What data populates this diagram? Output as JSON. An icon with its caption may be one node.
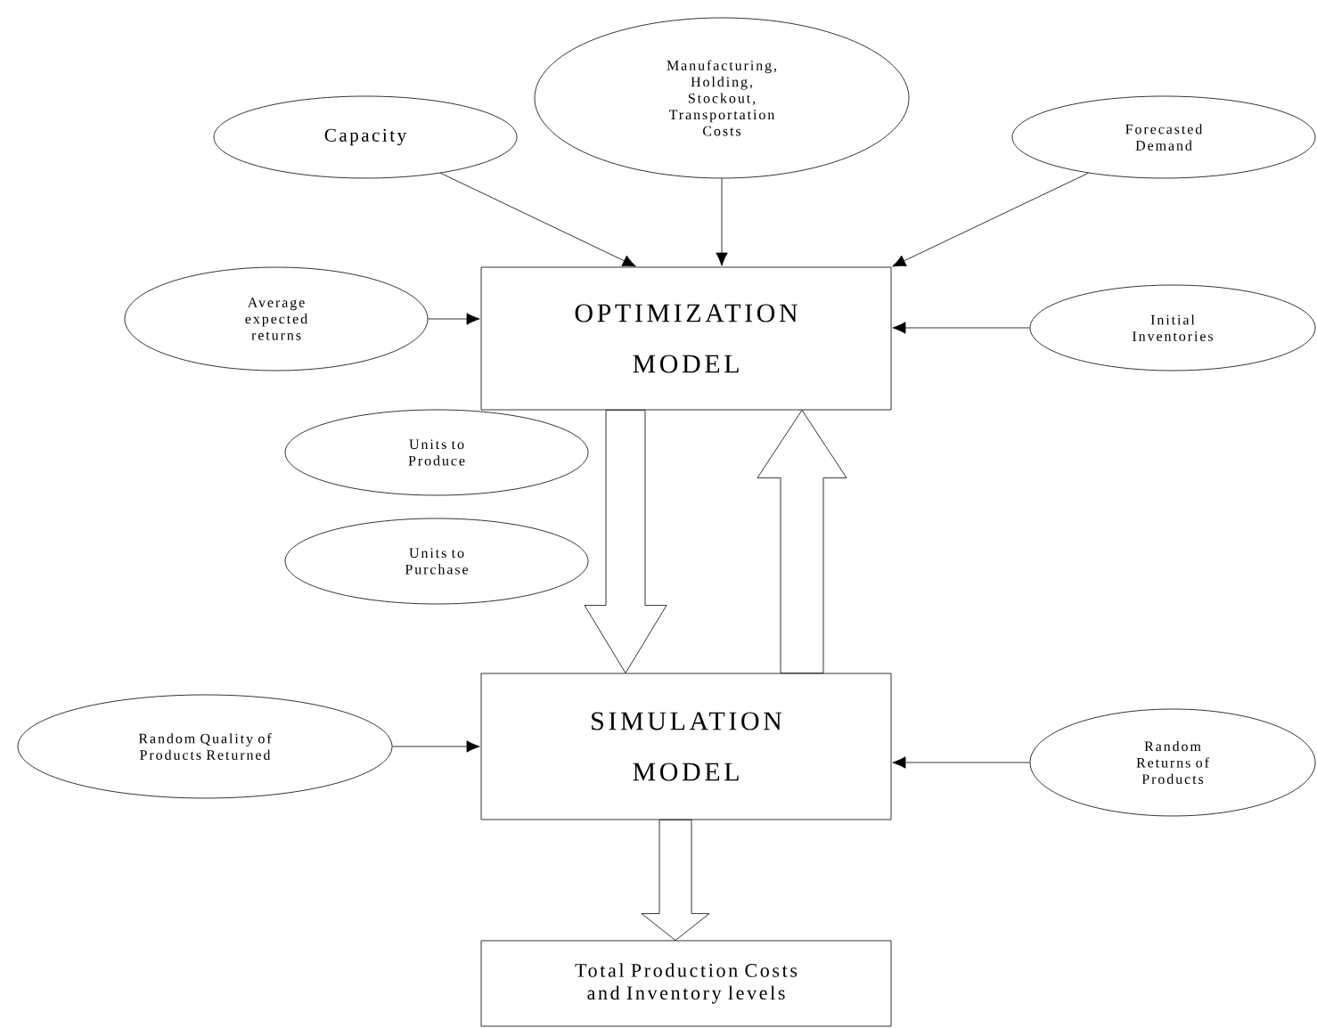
{
  "diagram": {
    "nodes": [
      {
        "text": [
          "Capacity"
        ]
      },
      {
        "text": [
          "Manufacturing, Holding, Stockout, Transportation Costs"
        ]
      },
      {
        "text": [
          "Forecasted Demand"
        ]
      },
      {
        "text": [
          "Average expected returns"
        ]
      },
      {
        "text": [
          "OPTIMIZATION MODEL"
        ]
      },
      {
        "text": [
          "Initial Inventories"
        ]
      },
      {
        "text": [
          "Units to Produce"
        ]
      },
      {
        "text": [
          "Units to Purchase"
        ]
      },
      {
        "text": [
          "Random Quality of Products Returned"
        ]
      },
      {
        "text": [
          "SIMULATION MODEL"
        ]
      },
      {
        "text": [
          "Random Returns of Products"
        ]
      },
      {
        "text": [
          "Total Production Costs and Inventory levels"
        ]
      }
    ],
    "edges": [
      {
        "from": 0,
        "to": 4,
        "arrow": "to"
      },
      {
        "from": 1,
        "to": 4,
        "arrow": "to"
      },
      {
        "from": 2,
        "to": 4,
        "arrow": "to"
      },
      {
        "from": 3,
        "to": 4,
        "arrow": "to"
      },
      {
        "from": 5,
        "to": 4,
        "arrow": "to"
      },
      {
        "from": 4,
        "to": 9,
        "arrow": "to",
        "style": "thick"
      },
      {
        "from": 9,
        "to": 4,
        "arrow": "to",
        "style": "thick"
      },
      {
        "from": 8,
        "to": 9,
        "arrow": "to"
      },
      {
        "from": 10,
        "to": 9,
        "arrow": "to"
      },
      {
        "from": 9,
        "to": 11,
        "arrow": "to",
        "style": "thick"
      }
    ]
  }
}
